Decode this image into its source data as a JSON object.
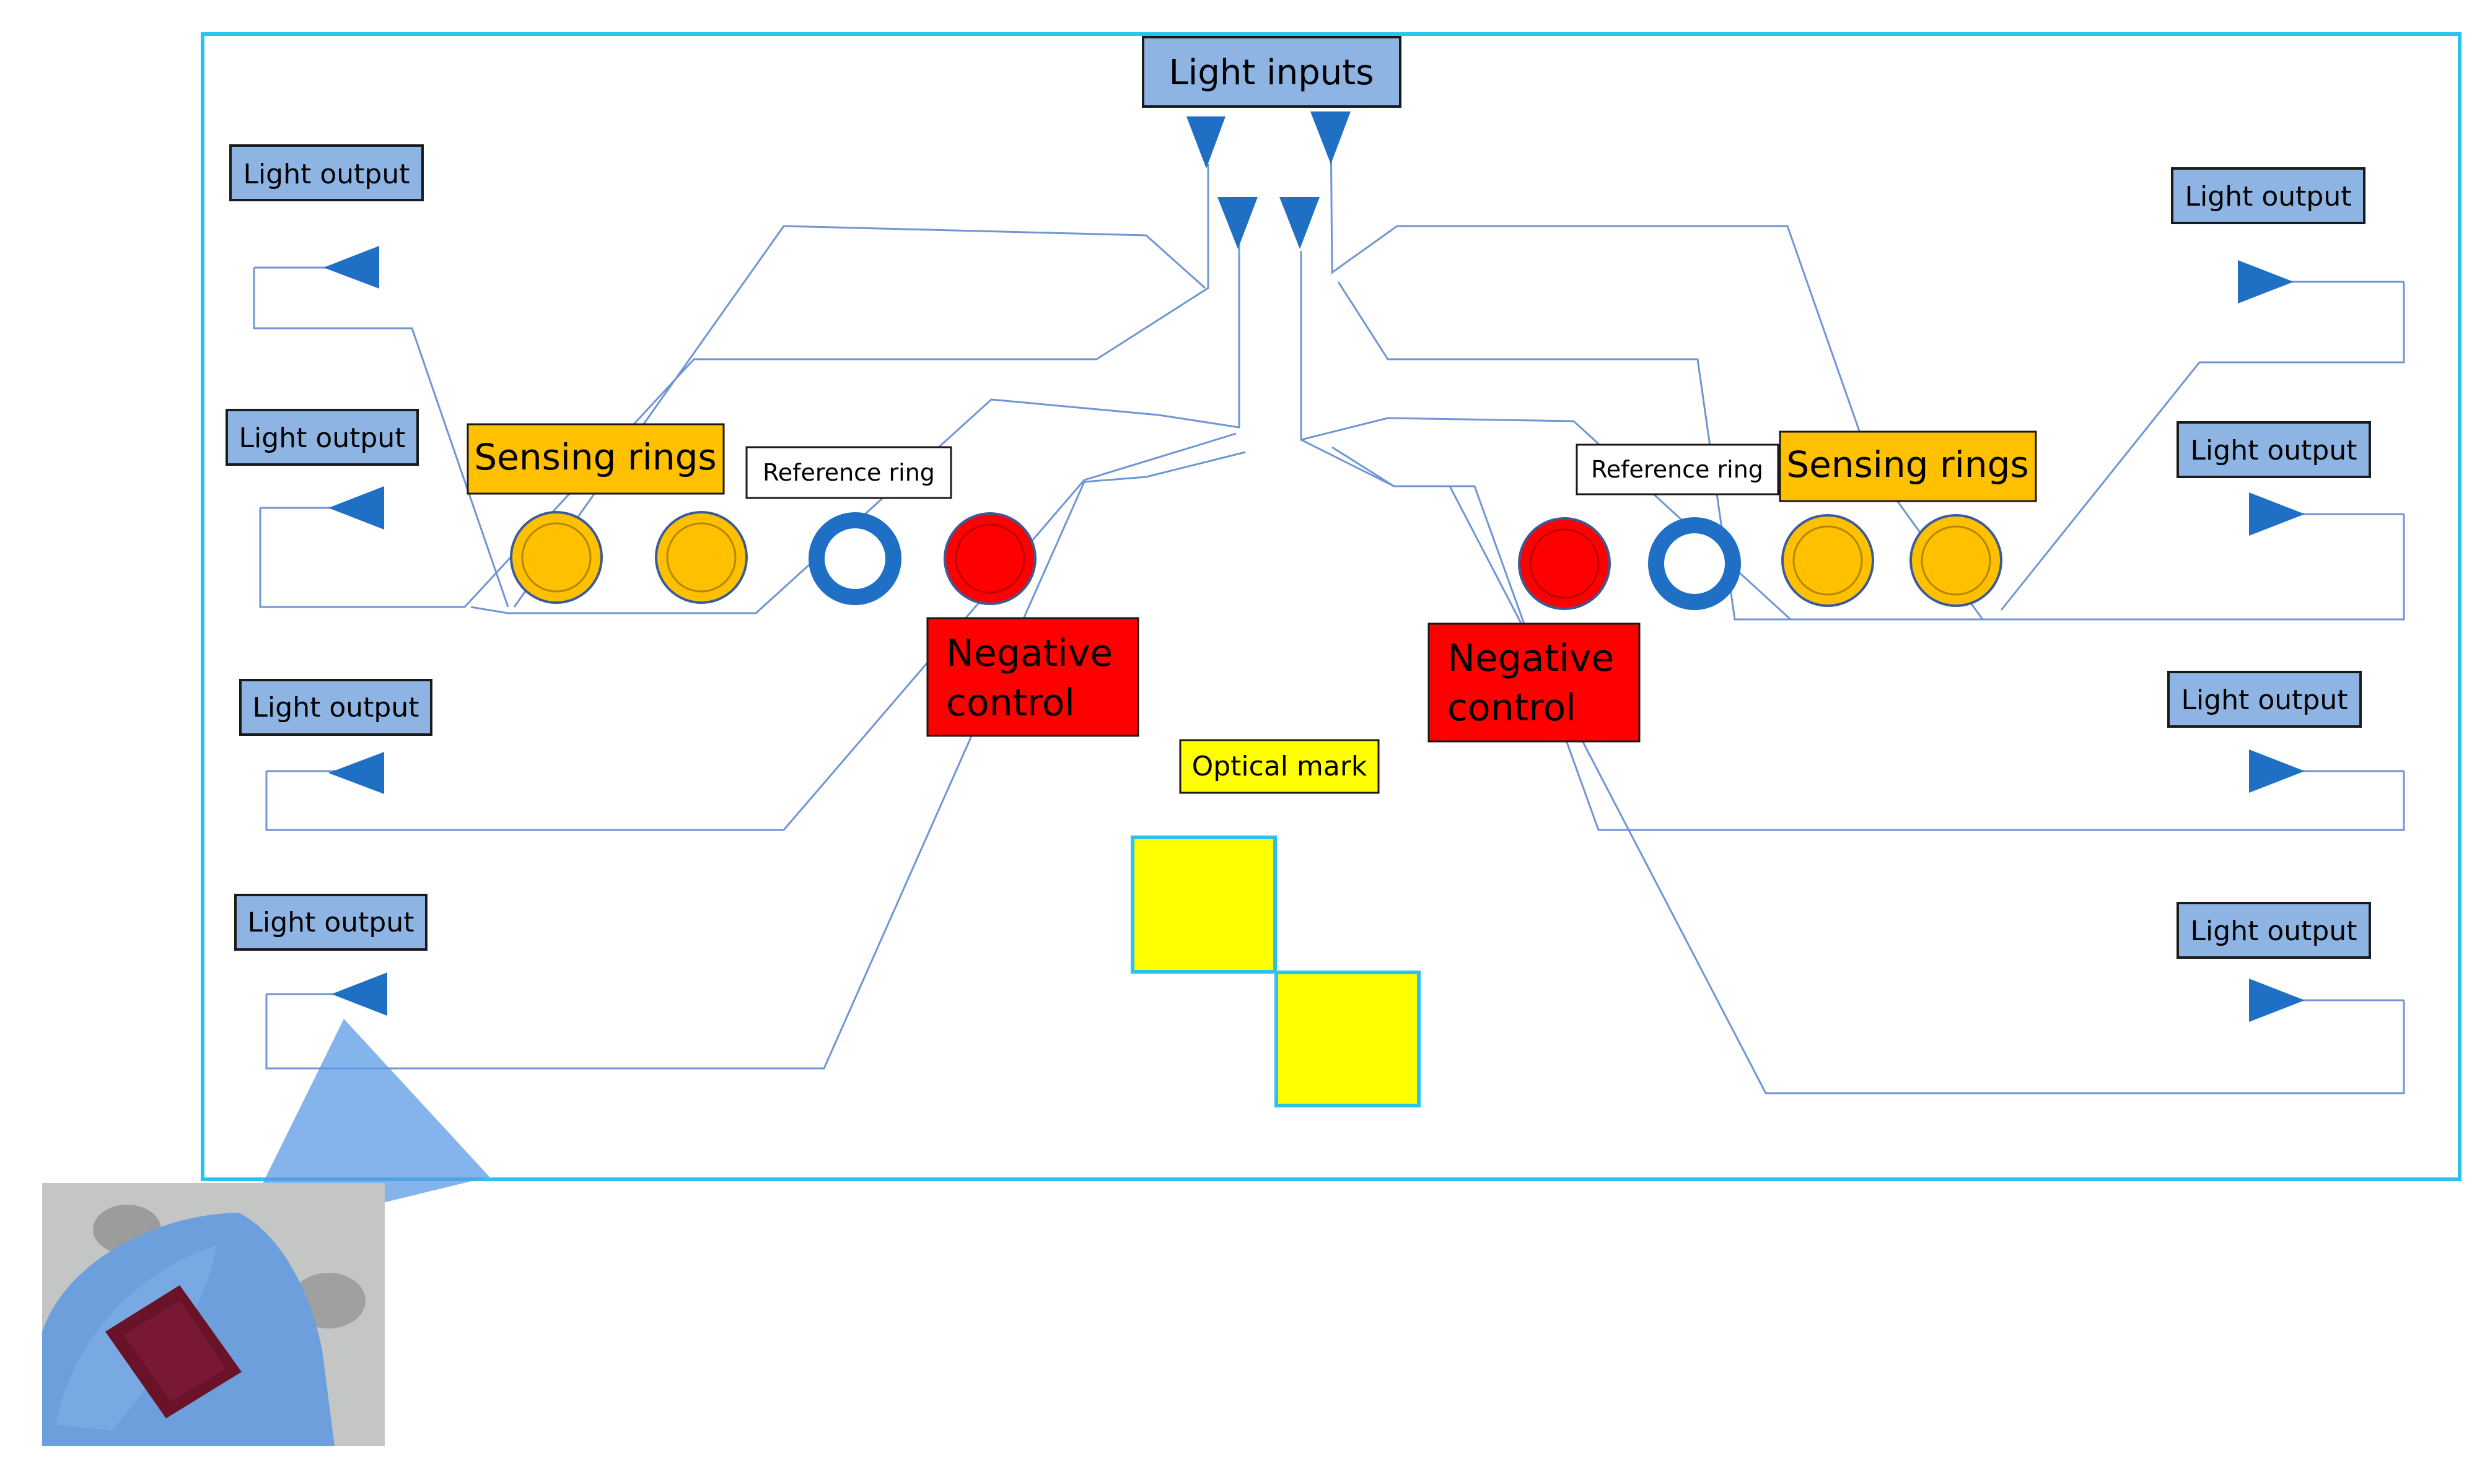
{
  "labels": {
    "light_inputs": "Light inputs",
    "light_output": "Light output",
    "sensing_rings": "Sensing rings",
    "reference_ring": "Reference ring",
    "negative_control_line1": "Negative",
    "negative_control_line2": "control",
    "optical_mark": "Optical mark"
  },
  "colors": {
    "frame": "#29c3ee",
    "waveguide": "#6f96d3",
    "label_blue": "#8db4e2",
    "arrow_blue": "#1f6fc5",
    "sensing_orange": "#ffc000",
    "negative_red": "#ff0000",
    "reference_ring_blue": "#1f6fc5",
    "optical_mark_yellow": "#ffff00",
    "optical_mark_outline": "#29c3ee"
  },
  "icons": {
    "input_port": "triangle-down-icon",
    "output_port_left": "triangle-left-icon",
    "output_port_right": "triangle-right-icon"
  },
  "inset_photo": "chip-photo"
}
